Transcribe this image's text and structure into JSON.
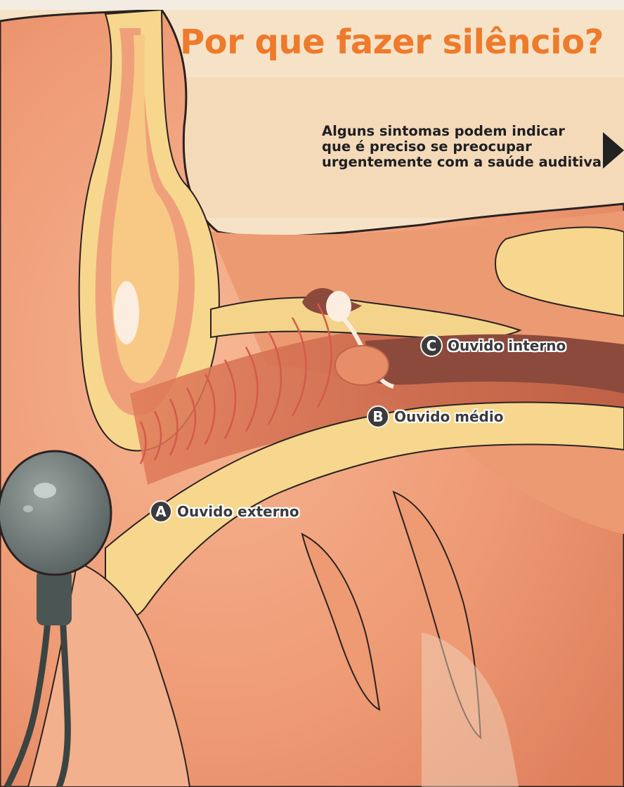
{
  "title": "Por que fazer silêncio?",
  "intro_lines": [
    "Alguns sintomas podem indicar",
    "que é preciso se preocupar",
    "urgentemente com a saúde auditiva"
  ],
  "labels": [
    {
      "letter": "A",
      "text": "Ouvido externo"
    },
    {
      "letter": "B",
      "text": "Ouvido médio"
    },
    {
      "letter": "C",
      "text": "Ouvido interno"
    }
  ],
  "colors": {
    "title": "#ee7a2c",
    "skin": "#f0a27c",
    "skin_dark": "#d9714f",
    "cartilage": "#f7d98a",
    "canal": "#f2e3a4",
    "badge": "#3b3a3c",
    "earphone": "#707a78"
  },
  "icons": [
    "earphone-icon",
    "arrow-right-icon"
  ]
}
